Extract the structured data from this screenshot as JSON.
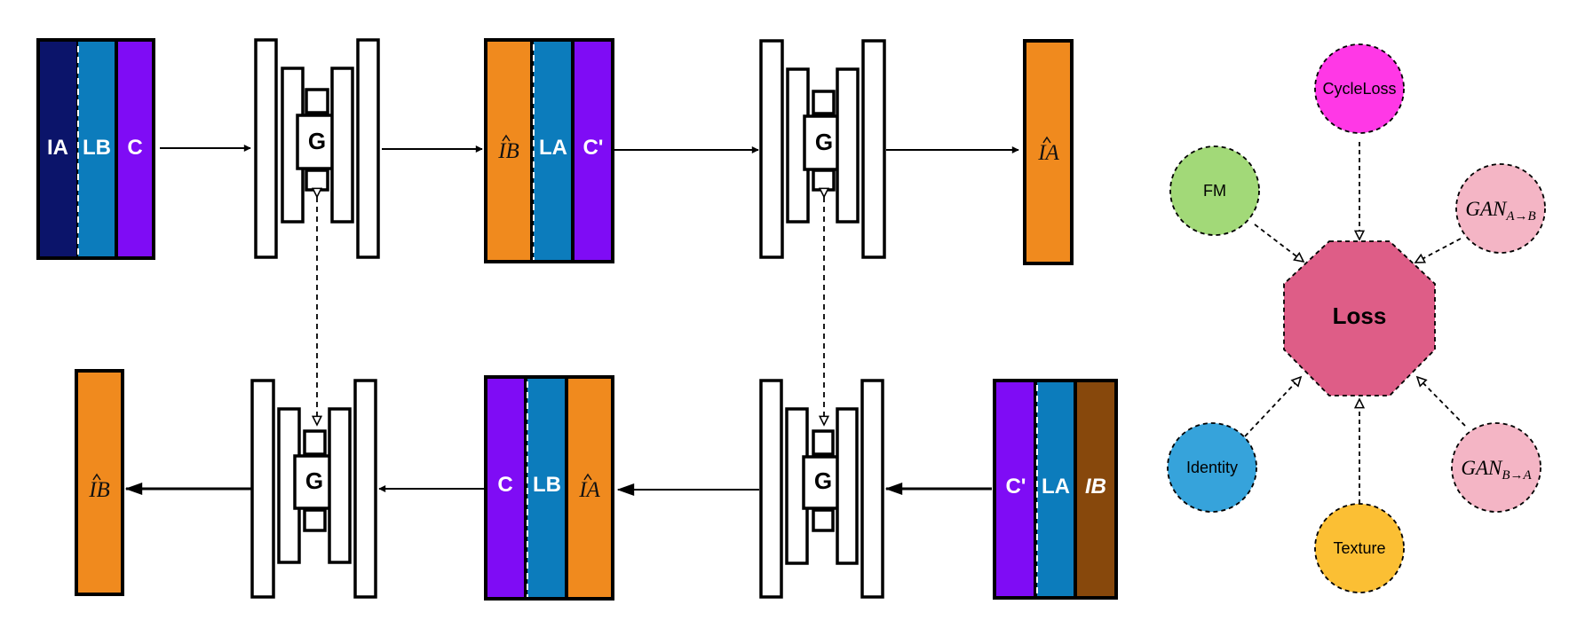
{
  "stacks": {
    "top_input": {
      "labels": [
        "IA",
        "LB",
        "C"
      ],
      "colors": [
        "#0b146a",
        "#0c7cbc",
        "#7f0cf5"
      ]
    },
    "top_middle": {
      "labels": [
        "IB",
        "LA",
        "C'"
      ],
      "colors": [
        "#f08a1e",
        "#0c7cbc",
        "#7f0cf5"
      ]
    },
    "top_output": {
      "labels": [
        "IA"
      ],
      "colors": [
        "#f08a1e"
      ]
    },
    "bottom_input": {
      "labels": [
        "C'",
        "LA",
        "IB"
      ],
      "colors": [
        "#7f0cf5",
        "#0c7cbc",
        "#87480c"
      ]
    },
    "bottom_middle": {
      "labels": [
        "C",
        "LB",
        "IA"
      ],
      "colors": [
        "#7f0cf5",
        "#0c7cbc",
        "#f08a1e"
      ]
    },
    "bottom_output": {
      "labels": [
        "IB"
      ],
      "colors": [
        "#f08a1e"
      ]
    }
  },
  "generator": {
    "label": "G"
  },
  "loss": {
    "label": "Loss",
    "color": "#de5d87",
    "nodes": {
      "cycle": {
        "label": "CycleLoss",
        "color": "#ff38e6"
      },
      "fm": {
        "label": "FM",
        "color": "#a2d978"
      },
      "gan_ab": {
        "base": "GAN",
        "sub": "A→B",
        "color": "#f4b5c5"
      },
      "identity": {
        "label": "Identity",
        "color": "#36a3db"
      },
      "texture": {
        "label": "Texture",
        "color": "#fbbf34"
      },
      "gan_ba": {
        "base": "GAN",
        "sub": "B→A",
        "color": "#f4b5c5"
      }
    }
  }
}
